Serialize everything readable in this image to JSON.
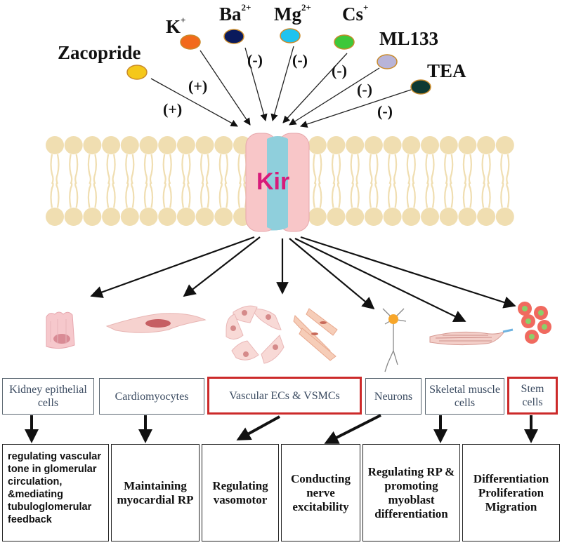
{
  "ligands": [
    {
      "label": "Zacopride",
      "sup": "",
      "color": "#f5c81a",
      "sign": "(+)"
    },
    {
      "label": "K",
      "sup": "+",
      "color": "#f26a1b",
      "sign": "(+)"
    },
    {
      "label": "Ba",
      "sup": "2+",
      "color": "#0a1a5c",
      "sign": "(-)"
    },
    {
      "label": "Mg",
      "sup": "2+",
      "color": "#1fc3ef",
      "sign": "(-)"
    },
    {
      "label": "Cs",
      "sup": "+",
      "color": "#3ec83a",
      "sign": "(-)"
    },
    {
      "label": "ML133",
      "sup": "",
      "color": "#b8b4d8",
      "sign": "(-)"
    },
    {
      "label": "TEA",
      "sup": "",
      "color": "#0e3a33",
      "sign": "(-)"
    }
  ],
  "channel": {
    "label": "Kir",
    "label_color": "#d81b7a"
  },
  "cell_types": [
    {
      "label": "Kidney epithelial cells",
      "highlight": false
    },
    {
      "label": "Cardiomyocytes",
      "highlight": false
    },
    {
      "label": "Vascular ECs & VSMCs",
      "highlight": true
    },
    {
      "label": "Neurons",
      "highlight": false
    },
    {
      "label": "Skeletal muscle cells",
      "highlight": false
    },
    {
      "label": "Stem cells",
      "highlight": true
    }
  ],
  "functions": [
    "regulating vascular tone in glomerular circulation, &mediating tubuloglomerular feedback",
    "Maintaining myocardial RP",
    "Regulating vasomotor",
    "Conducting nerve excitability",
    "Regulating RP & promoting myoblast differentiation",
    "Differentiation Proliferation Migration"
  ],
  "colors": {
    "lipid_head": "#f0deb1",
    "channel_pink": "#f8c6c8",
    "channel_blue": "#8fcfdc",
    "highlight_border": "#cc2a2a"
  }
}
